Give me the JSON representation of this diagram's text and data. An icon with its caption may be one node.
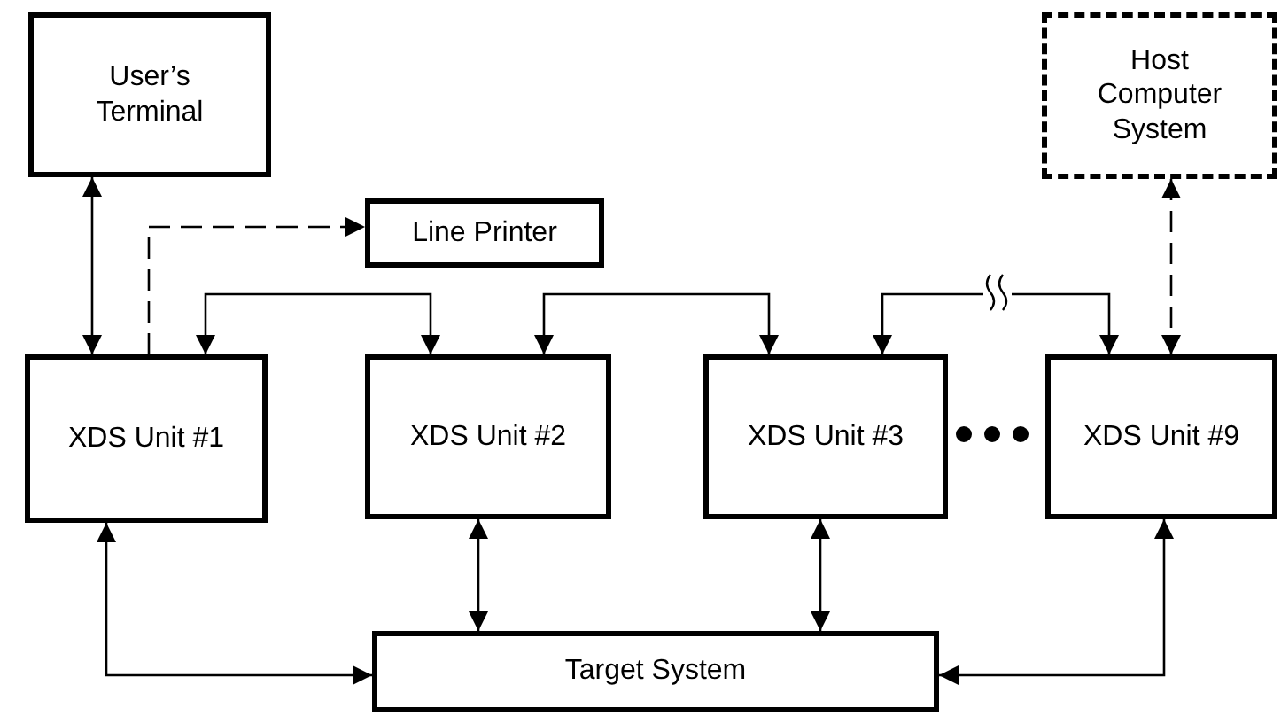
{
  "diagram": {
    "nodes": [
      {
        "text": [
          "User’s Terminal"
        ]
      },
      {
        "text": [
          "Host Computer System"
        ]
      },
      {
        "text": [
          "Line Printer"
        ]
      },
      {
        "text": [
          "XDS Unit #1"
        ]
      },
      {
        "text": [
          "XDS Unit #2"
        ]
      },
      {
        "text": [
          "XDS Unit #3"
        ]
      },
      {
        "text": [
          "XDS Unit #9"
        ]
      },
      {
        "text": [
          "Target System"
        ]
      }
    ],
    "edges": [
      {
        "from": 0,
        "to": 3,
        "arrow": "both"
      },
      {
        "from": 3,
        "to": 2,
        "arrow": "to",
        "style": "dashed"
      },
      {
        "from": 3,
        "to": 4,
        "arrow": "both"
      },
      {
        "from": 4,
        "to": 5,
        "arrow": "both"
      },
      {
        "from": 5,
        "to": 6,
        "arrow": "both"
      },
      {
        "from": 1,
        "to": 6,
        "arrow": "both",
        "style": "dashed"
      },
      {
        "from": 3,
        "to": 7,
        "arrow": "both"
      },
      {
        "from": 4,
        "to": 7,
        "arrow": "both"
      },
      {
        "from": 5,
        "to": 7,
        "arrow": "both"
      },
      {
        "from": 6,
        "to": 7,
        "arrow": "both"
      }
    ]
  }
}
